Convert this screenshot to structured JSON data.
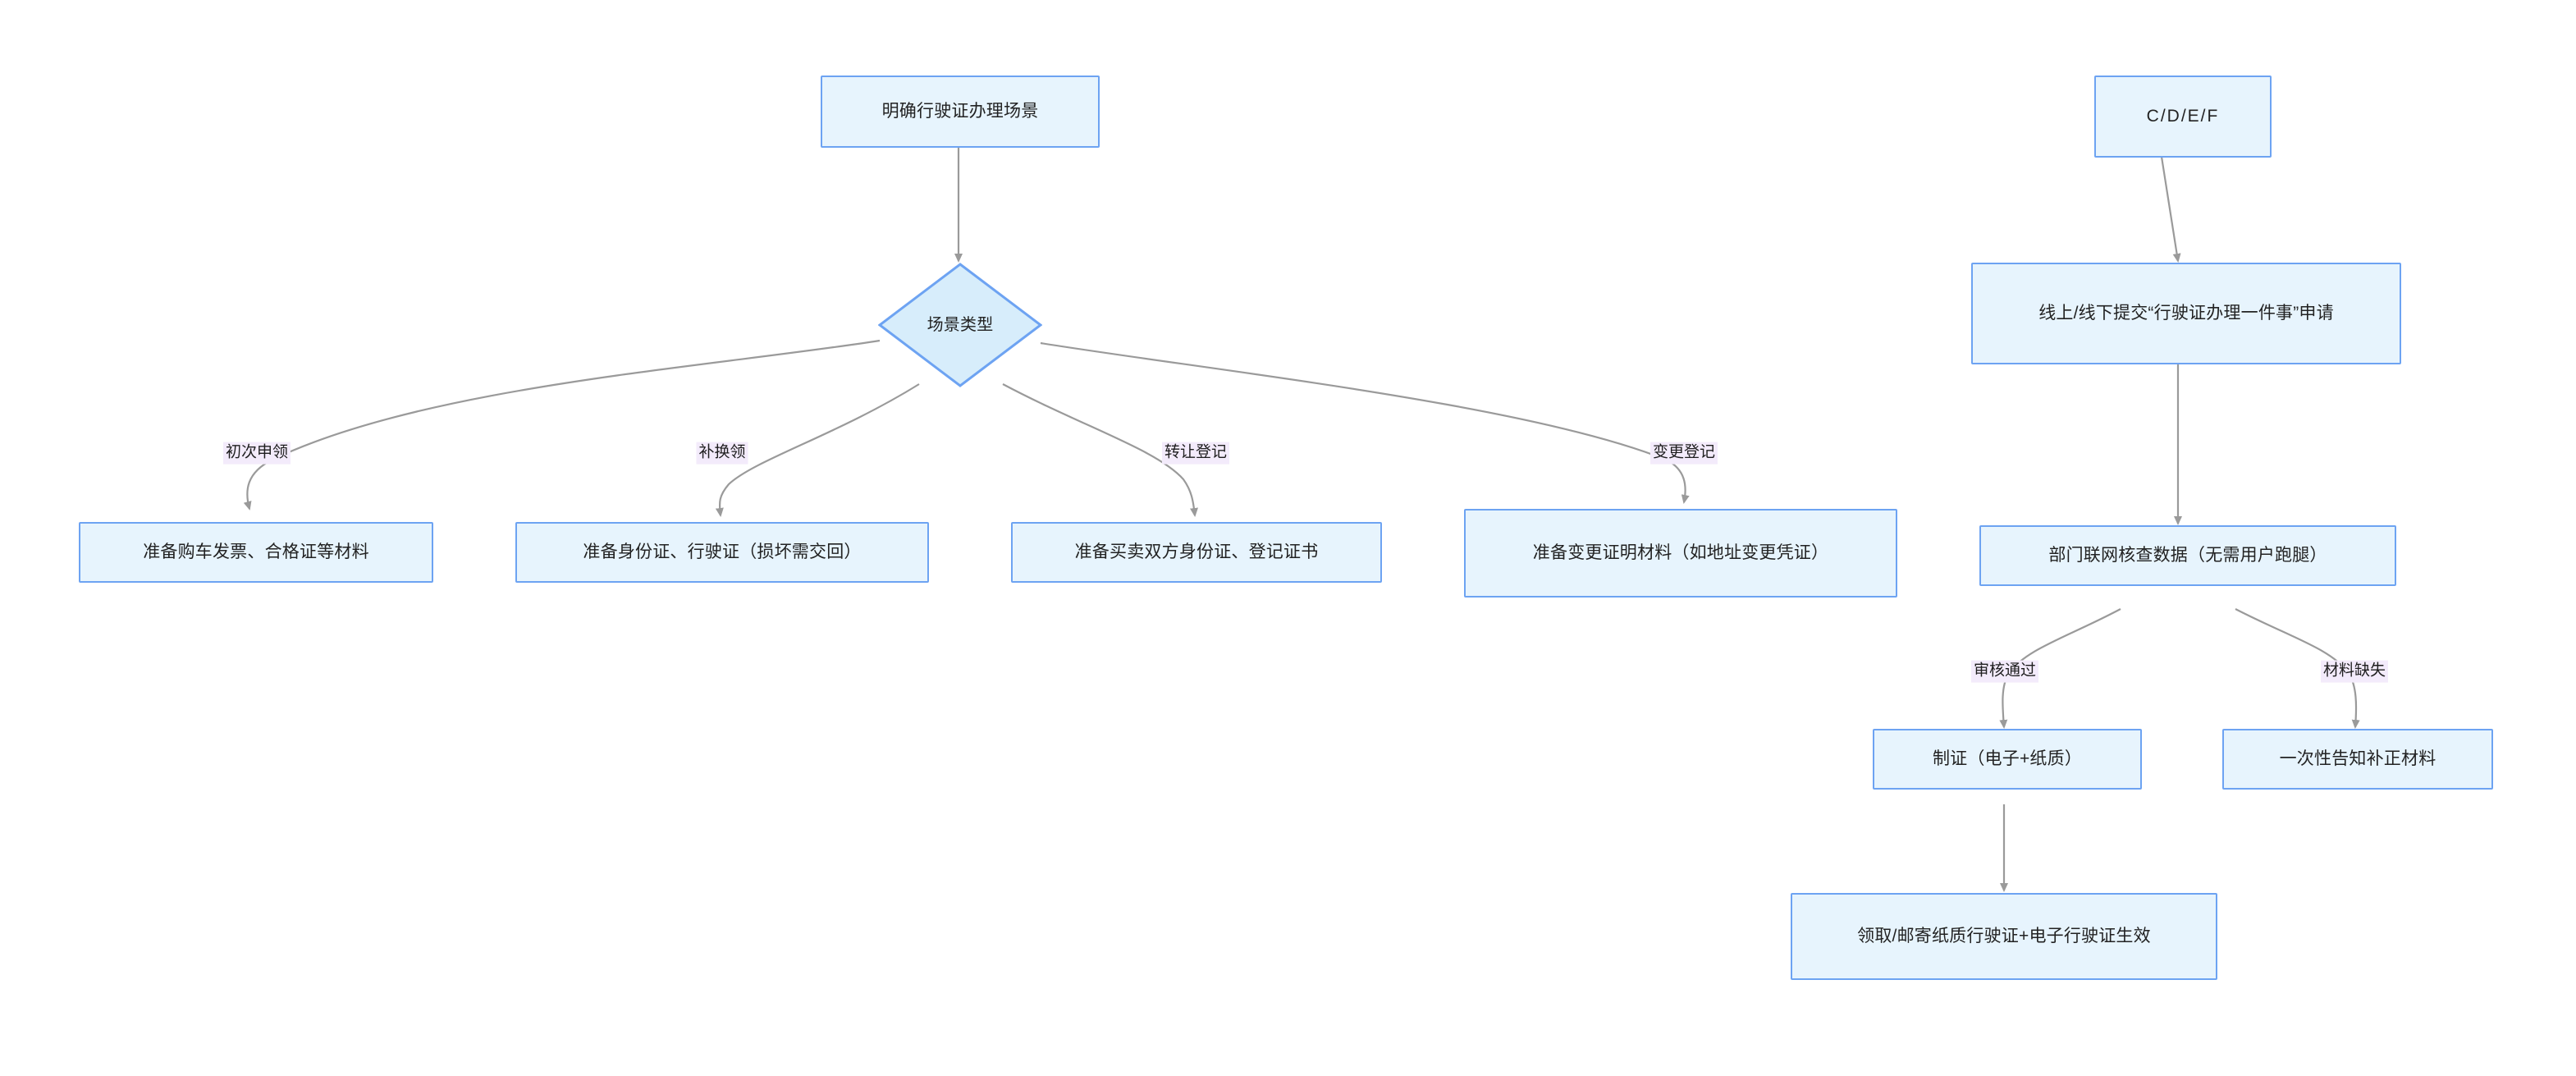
{
  "diagram": {
    "type": "flowchart",
    "direction": "top-down",
    "title": "",
    "theme": {
      "node_fill": "#e7f4fd",
      "node_border": "#6da3f2",
      "node_text": "#222222",
      "edge_stroke": "#999999",
      "edge_label_bg": "#f3ebfb",
      "edge_label_text": "#1e1e1e",
      "canvas_bg": "#ffffff"
    },
    "nodes": [
      {
        "id": "n-scene-start",
        "shape": "rect",
        "label": "明确行驶证办理场景"
      },
      {
        "id": "n-scene-type",
        "shape": "diamond",
        "label": "场景类型"
      },
      {
        "id": "n-first-apply",
        "shape": "rect",
        "label": "准备购车发票、合格证等材料"
      },
      {
        "id": "n-reissue",
        "shape": "rect",
        "label": "准备身份证、行驶证（损坏需交回）"
      },
      {
        "id": "n-transfer",
        "shape": "rect",
        "label": "准备买卖双方身份证、登记证书"
      },
      {
        "id": "n-change",
        "shape": "rect",
        "label": "准备变更证明材料（如地址变更凭证）"
      },
      {
        "id": "n-cdef",
        "shape": "rect",
        "label": "C/D/E/F"
      },
      {
        "id": "n-submit",
        "shape": "rect",
        "label": "线上/线下提交“行驶证办理一件事”申请"
      },
      {
        "id": "n-dept-check",
        "shape": "rect",
        "label": "部门联网核查数据（无需用户跑腿）"
      },
      {
        "id": "n-make-cert",
        "shape": "rect",
        "label": "制证（电子+纸质）"
      },
      {
        "id": "n-notify-fix",
        "shape": "rect",
        "label": "一次性告知补正材料"
      },
      {
        "id": "n-receive",
        "shape": "rect",
        "label": "领取/邮寄纸质行驶证+电子行驶证生效"
      }
    ],
    "edges": [
      {
        "id": "e-start-type",
        "from": "n-scene-start",
        "to": "n-scene-type",
        "label": ""
      },
      {
        "id": "e-type-first",
        "from": "n-scene-type",
        "to": "n-first-apply",
        "label": "初次申领"
      },
      {
        "id": "e-type-reissue",
        "from": "n-scene-type",
        "to": "n-reissue",
        "label": "补换领"
      },
      {
        "id": "e-type-transfer",
        "from": "n-scene-type",
        "to": "n-transfer",
        "label": "转让登记"
      },
      {
        "id": "e-type-change",
        "from": "n-scene-type",
        "to": "n-change",
        "label": "变更登记"
      },
      {
        "id": "e-cdef-submit",
        "from": "n-cdef",
        "to": "n-submit",
        "label": ""
      },
      {
        "id": "e-submit-check",
        "from": "n-submit",
        "to": "n-dept-check",
        "label": ""
      },
      {
        "id": "e-check-make",
        "from": "n-dept-check",
        "to": "n-make-cert",
        "label": "审核通过"
      },
      {
        "id": "e-check-notify",
        "from": "n-dept-check",
        "to": "n-notify-fix",
        "label": "材料缺失"
      },
      {
        "id": "e-make-receive",
        "from": "n-make-cert",
        "to": "n-receive",
        "label": ""
      }
    ]
  }
}
